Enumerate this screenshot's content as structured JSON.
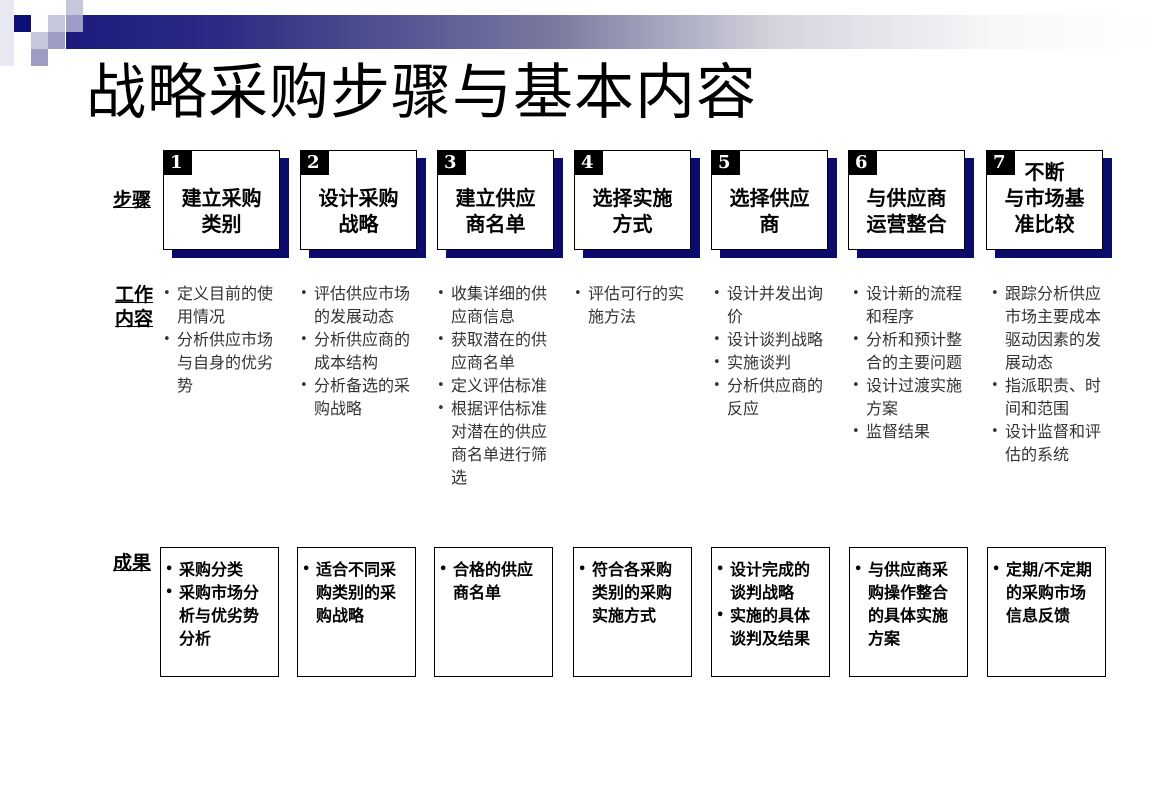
{
  "header": {
    "title": "战略采购步骤与基本内容",
    "accent_color": "#1b1b7e",
    "shadow_color": "#0b0b6b"
  },
  "row_labels": {
    "steps": "步骤",
    "work": "工作\n内容",
    "results": "成果"
  },
  "steps": [
    {
      "number": "1",
      "label": "建立采购\n类别"
    },
    {
      "number": "2",
      "label": "设计采购\n战略"
    },
    {
      "number": "3",
      "label": "建立供应\n商名单"
    },
    {
      "number": "4",
      "label": "选择实施\n方式"
    },
    {
      "number": "5",
      "label": "选择供应\n商"
    },
    {
      "number": "6",
      "label": "与供应商\n运营整合"
    },
    {
      "number": "7",
      "label": "   不断\n与市场基\n准比较"
    }
  ],
  "work": [
    [
      "定义目前的使用情况",
      "分析供应市场与自身的优劣势"
    ],
    [
      "评估供应市场的发展动态",
      "分析供应商的成本结构",
      "分析备选的采购战略"
    ],
    [
      "收集详细的供应商信息",
      "获取潜在的供应商名单",
      "定义评估标准",
      "根据评估标准对潜在的供应商名单进行筛选"
    ],
    [
      "评估可行的实施方法"
    ],
    [
      "设计并发出询价",
      "设计谈判战略",
      "实施谈判",
      "分析供应商的反应"
    ],
    [
      "设计新的流程和程序",
      "分析和预计整合的主要问题",
      "设计过渡实施方案",
      "监督结果"
    ],
    [
      "跟踪分析供应市场主要成本驱动因素的发展动态",
      "指派职责、时间和范围",
      "设计监督和评估的系统"
    ]
  ],
  "results": [
    [
      "采购分类",
      "采购市场分析与优劣势分析"
    ],
    [
      "适合不同采购类别的采购战略"
    ],
    [
      "合格的供应商名单"
    ],
    [
      "符合各采购类别的采购实施方式"
    ],
    [
      "设计完成的谈判战略",
      "实施的具体谈判及结果"
    ],
    [
      "与供应商采购操作整合的具体实施方案"
    ],
    [
      "定期/不定期的采购市场信息反馈"
    ]
  ]
}
